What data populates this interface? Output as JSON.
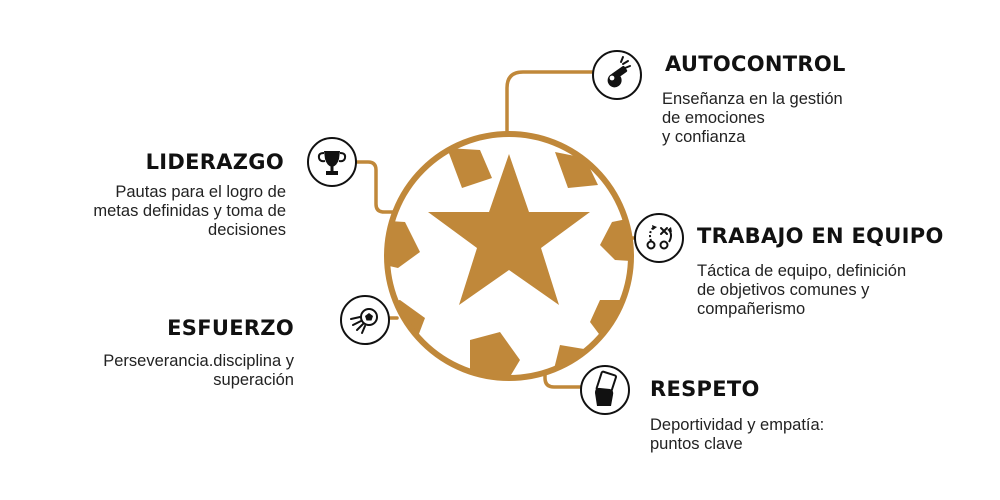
{
  "colors": {
    "accent": "#C0883A",
    "ink": "#111111",
    "text": "#222222",
    "background": "#FFFFFF"
  },
  "center": {
    "icon": "soccer-ball-icon"
  },
  "nodes": {
    "autocontrol": {
      "title": "AUTOCONTROL",
      "description": "Enseñanza en la gestión\nde emociones\ny confianza",
      "icon": "whistle-icon"
    },
    "trabajo_en_equipo": {
      "title": "TRABAJO EN EQUIPO",
      "description": "Táctica de equipo, definición\nde objetivos comunes y\ncompañerismo",
      "icon": "tactics-board-icon"
    },
    "respeto": {
      "title": "RESPETO",
      "description": "Deportividad y empatía:\npuntos clave",
      "icon": "referee-card-icon"
    },
    "liderazgo": {
      "title": "LIDERAZGO",
      "description": "Pautas para el logro de\nmetas definidas y toma de\ndecisiones",
      "icon": "trophy-icon"
    },
    "esfuerzo": {
      "title": "ESFUERZO",
      "description": "Perseverancia.disciplina y\nsuperación",
      "icon": "kicked-ball-icon"
    }
  }
}
